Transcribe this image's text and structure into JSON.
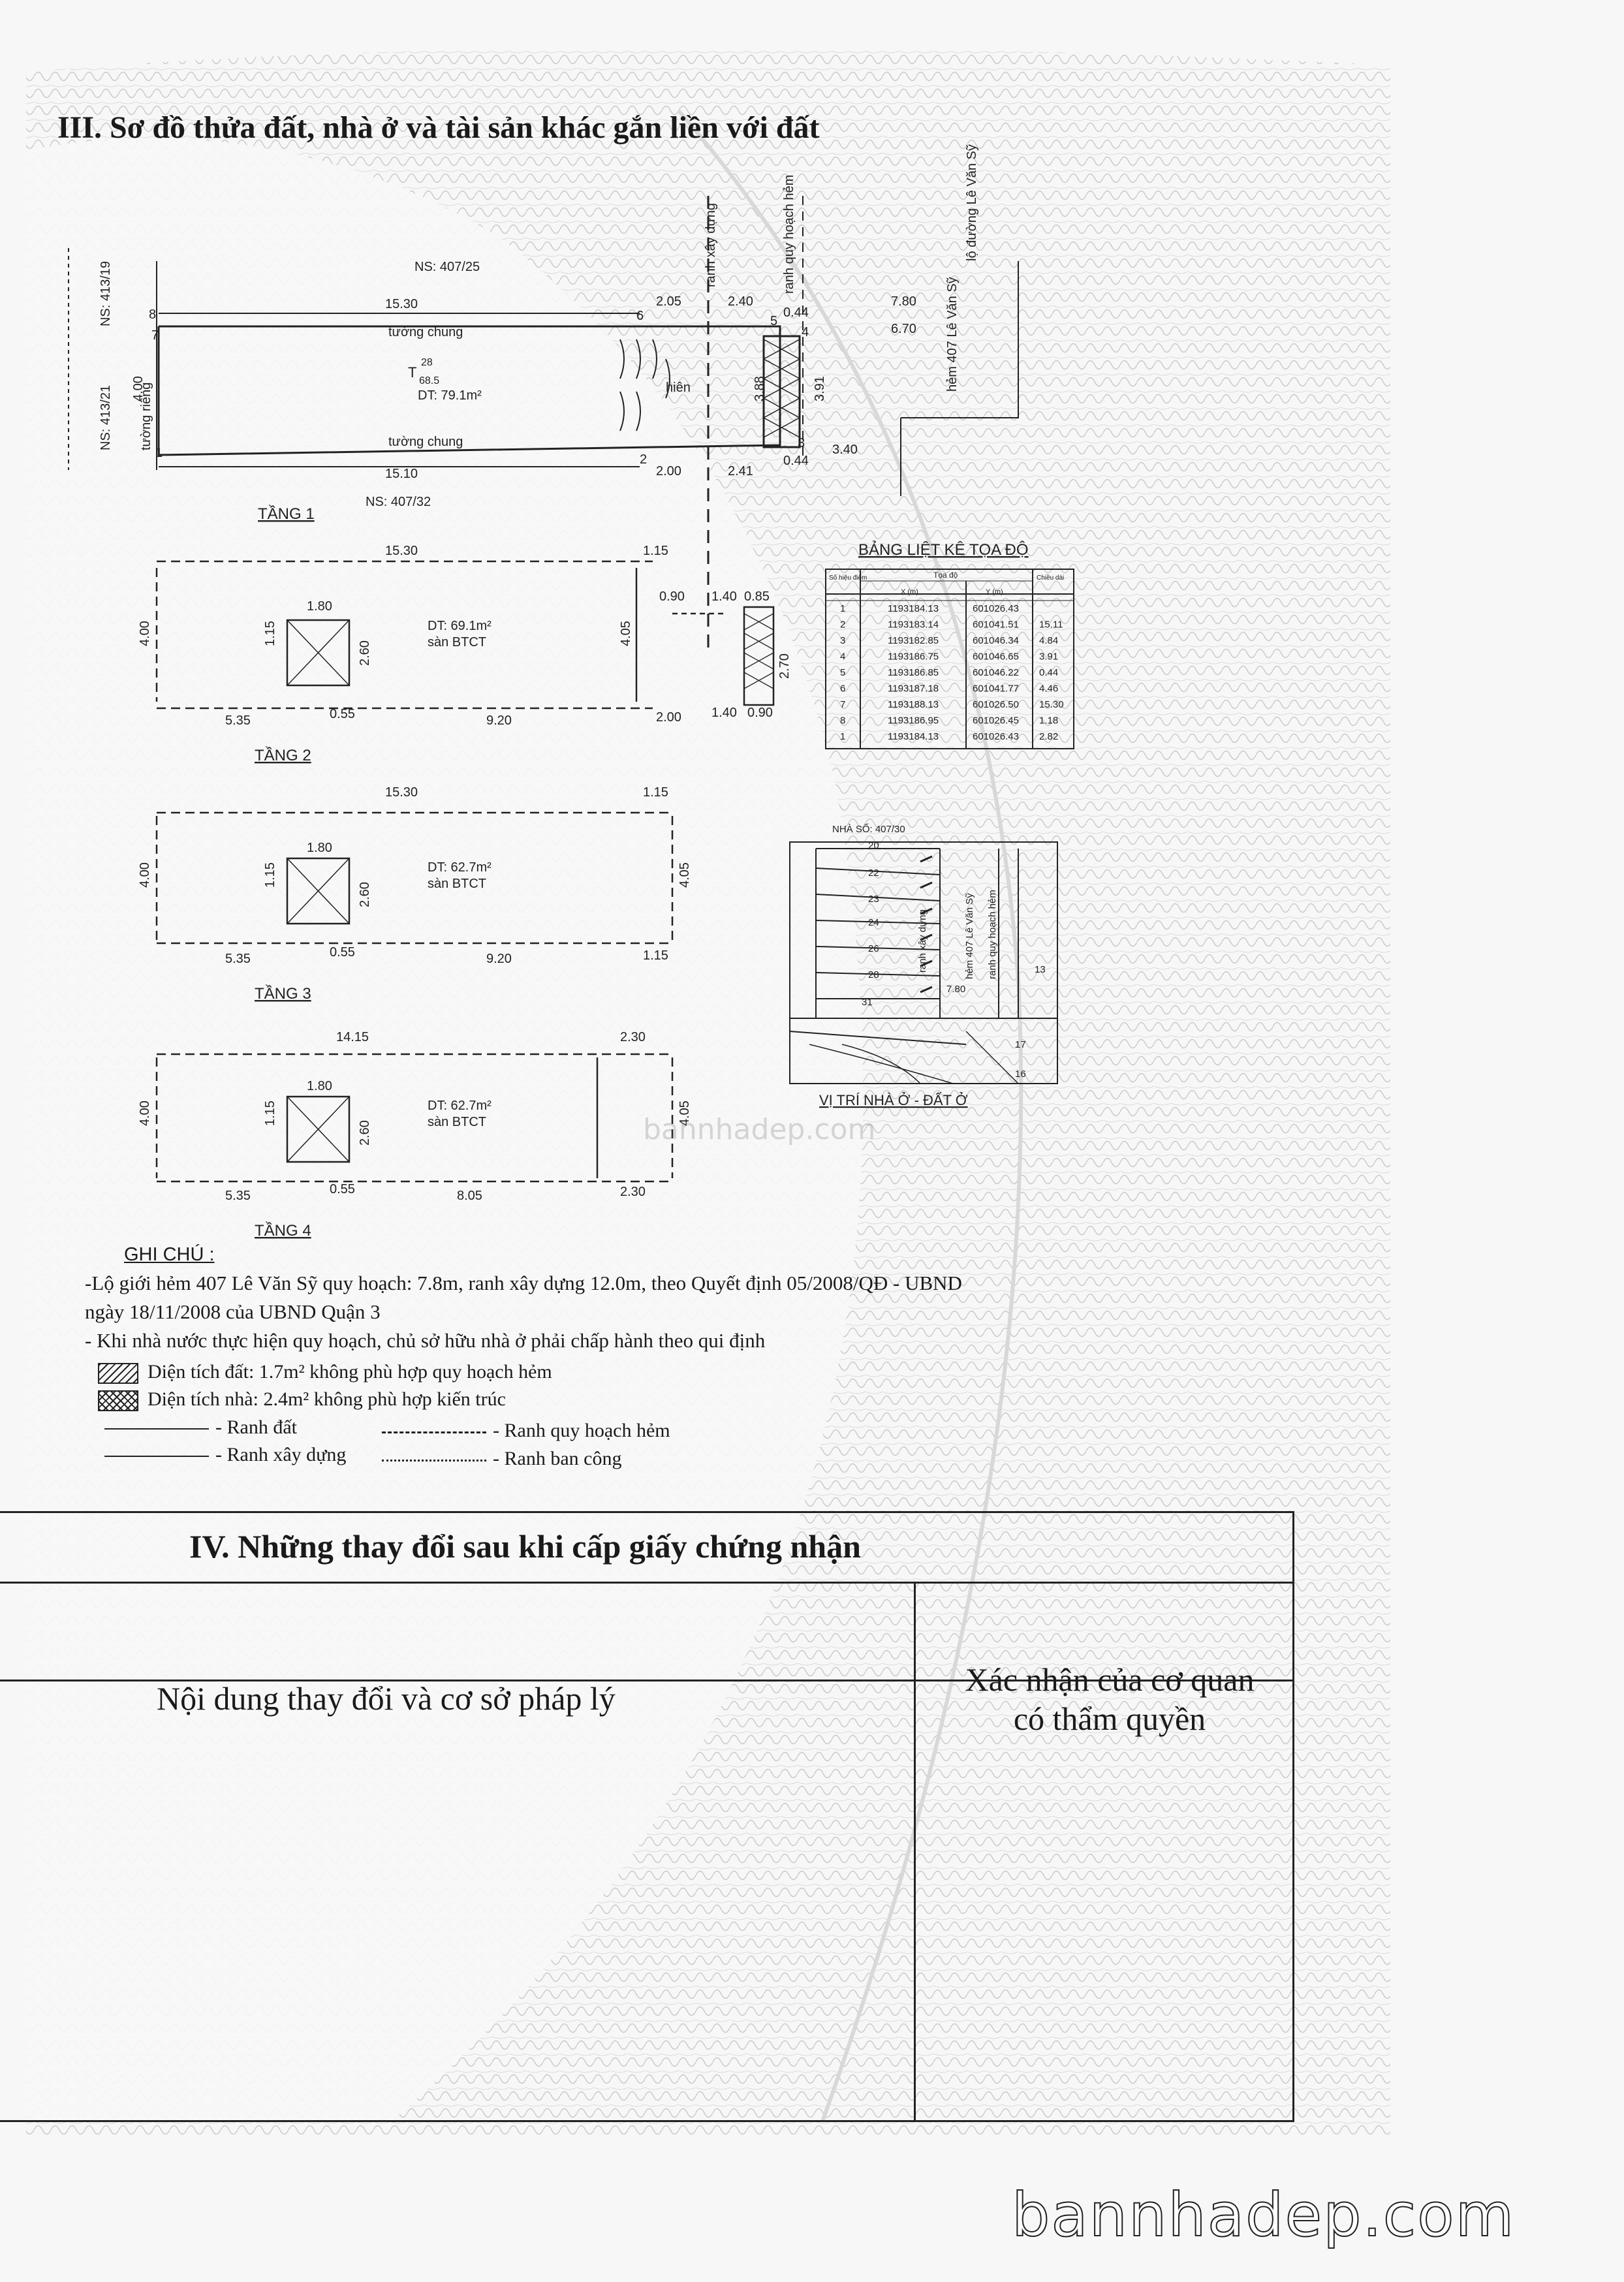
{
  "section3": {
    "title": "III. Sơ đồ thửa đất, nhà ở và tài sản khác gắn liền với đất"
  },
  "plan": {
    "neighbors": [
      "NS: 407/25",
      "NS: 413/19",
      "NS: 413/21",
      "NS: 407/32"
    ],
    "labels": {
      "common_wall": "tường chung",
      "own_wall": "tường riêng",
      "porch": "hiên",
      "area_code": "T",
      "area_num": "28",
      "area_den": "68.5",
      "area": "DT: 79.1m²",
      "alley_name": "hẻm 407 Lê Văn Sỹ",
      "road_edge": "lộ đường Lê Văn Sỹ",
      "build_line": "ranh xây dựng",
      "plan_line": "ranh quy hoạch hẻm"
    },
    "dims": [
      "15.30",
      "2.05",
      "2.40",
      "0.44",
      "7.80",
      "6.70",
      "15.10",
      "2.00",
      "2.41",
      "0.44",
      "3.40",
      "4.00",
      "3.88",
      "3.91"
    ],
    "points": [
      "7",
      "6",
      "5",
      "4",
      "3",
      "2",
      "1",
      "8"
    ],
    "floors": [
      {
        "name": "TẦNG 1",
        "length": "15.30",
        "right": "1.15",
        "width": "4.00",
        "right_width": "4.05",
        "stair": "1.80",
        "stair_h": "1.15",
        "stair_v": "2.60",
        "left": "5.35",
        "mid": "0.55",
        "main": "9.20",
        "balcony": "2.00",
        "area": "DT: 69.1m²",
        "floor": "sàn BTCT",
        "extra": [
          "0.90",
          "1.40",
          "0.85",
          "2.70",
          "1.40",
          "0.90"
        ]
      },
      {
        "name": "TẦNG 2",
        "length": "15.30",
        "right": "1.15",
        "width": "4.00",
        "right_width": "4.05",
        "stair": "1.80",
        "stair_h": "1.15",
        "stair_v": "2.60",
        "left": "5.35",
        "mid": "0.55",
        "main": "9.20",
        "balcony": "1.15",
        "area": "DT: 62.7m²",
        "floor": "sàn BTCT"
      },
      {
        "name": "TẦNG 3",
        "length": "14.15",
        "right": "2.30",
        "width": "4.00",
        "right_width": "4.05",
        "stair": "1.80",
        "stair_h": "1.15",
        "stair_v": "2.60",
        "left": "5.35",
        "mid": "0.55",
        "main": "8.05",
        "balcony": "2.30",
        "area": "DT: 62.7m²",
        "floor": "sàn BTCT"
      },
      {
        "name": "TẦNG 4"
      }
    ]
  },
  "coord_table": {
    "title": "BẢNG LIỆT KÊ TỌA ĐỘ",
    "headers": [
      "Số hiệu điểm",
      "Tọa độ",
      "Chiều dài"
    ],
    "subheaders": [
      "X (m)",
      "Y (m)"
    ],
    "rows": [
      [
        "1",
        "1193184.13",
        "601026.43",
        ""
      ],
      [
        "2",
        "1193183.14",
        "601041.51",
        "15.11"
      ],
      [
        "3",
        "1193182.85",
        "601046.34",
        "4.84"
      ],
      [
        "4",
        "1193186.75",
        "601046.65",
        "3.91"
      ],
      [
        "5",
        "1193186.85",
        "601046.22",
        "0.44"
      ],
      [
        "6",
        "1193187.18",
        "601041.77",
        "4.46"
      ],
      [
        "7",
        "1193188.13",
        "601026.50",
        "15.30"
      ],
      [
        "8",
        "1193186.95",
        "601026.45",
        "1.18"
      ],
      [
        "1",
        "1193184.13",
        "601026.43",
        "2.82"
      ]
    ]
  },
  "location_map": {
    "house_no": "NHÀ SỐ: 407/30",
    "title": "VỊ TRÍ NHÀ Ở - ĐẤT Ở",
    "lots": [
      "20",
      "22",
      "23",
      "24",
      "26",
      "28",
      "31",
      "17",
      "16",
      "13"
    ],
    "labels": [
      "hẻm 407 Lê Văn Sỹ",
      "ranh quy hoạch hẻm",
      "ranh xây dựng",
      "7.80"
    ]
  },
  "notes": {
    "heading": "GHI CHÚ :",
    "lines": [
      "-Lộ giới hẻm 407 Lê Văn Sỹ quy hoạch: 7.8m, ranh xây dựng 12.0m, theo Quyết định 05/2008/QĐ - UBND",
      "ngày 18/11/2008 của UBND Quận 3",
      "- Khi nhà nước thực hiện quy hoạch, chủ sở hữu nhà ở phải chấp hành theo qui định"
    ],
    "legend": {
      "land": "Diện tích đất: 1.7m² không phù hợp quy hoạch hẻm",
      "house": "Diện tích nhà: 2.4m² không phù hợp kiến trúc",
      "land_boundary": "- Ranh đất",
      "build_boundary": "- Ranh xây dựng",
      "plan_boundary": "- Ranh quy hoạch hẻm",
      "balcony_boundary": "- Ranh ban công"
    }
  },
  "section4": {
    "title": "IV. Những thay đổi sau khi cấp giấy chứng nhận",
    "col1": "Nội dung thay đổi và cơ sở pháp lý",
    "col2_line1": "Xác nhận của cơ quan",
    "col2_line2": "có thẩm quyền"
  },
  "watermarks": {
    "center": "bannhadep.com",
    "corner": "bannhadep.com"
  }
}
